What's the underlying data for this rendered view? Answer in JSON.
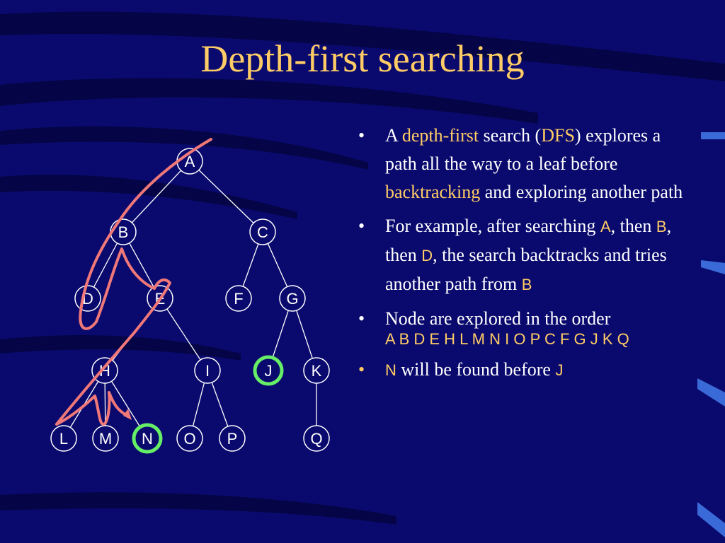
{
  "slide": {
    "title": "Depth-first searching"
  },
  "tree": {
    "nodes": [
      "A",
      "B",
      "C",
      "D",
      "E",
      "F",
      "G",
      "H",
      "I",
      "J",
      "K",
      "L",
      "M",
      "N",
      "O",
      "P",
      "Q"
    ],
    "edges": [
      [
        "A",
        "B"
      ],
      [
        "A",
        "C"
      ],
      [
        "B",
        "D"
      ],
      [
        "B",
        "E"
      ],
      [
        "C",
        "F"
      ],
      [
        "C",
        "G"
      ],
      [
        "E",
        "H"
      ],
      [
        "E",
        "I"
      ],
      [
        "G",
        "J"
      ],
      [
        "G",
        "K"
      ],
      [
        "H",
        "L"
      ],
      [
        "H",
        "M"
      ],
      [
        "H",
        "N"
      ],
      [
        "I",
        "O"
      ],
      [
        "I",
        "P"
      ],
      [
        "K",
        "Q"
      ]
    ],
    "highlighted_nodes": [
      "N",
      "J"
    ],
    "highlight_color": "#66ee66",
    "path_color": "#f07878"
  },
  "bullets": {
    "b1": {
      "t1": "A ",
      "t2": "depth-first",
      "t3": " search (",
      "t4": "DFS",
      "t5": ") explores a path all the way to a leaf before ",
      "t6": "backtracking",
      "t7": " and exploring another path"
    },
    "b2": {
      "t1": "For example, after searching ",
      "n1": "A",
      "t2": ", then ",
      "n2": "B",
      "t3": ", then ",
      "n3": "D",
      "t4": ", the search backtracks and tries another path from ",
      "n4": "B"
    },
    "b3": {
      "t1": "Node are explored in the order",
      "order": "A B D E H L M N I O P C F G J K Q"
    },
    "b4": {
      "n1": "N",
      "t1": " will be found before ",
      "n2": "J"
    },
    "bullet_char": "•"
  },
  "colors": {
    "background": "#0a0a6e",
    "title": "#ffcc66",
    "highlight_text": "#ffcc66",
    "decor_blue": "#3a6ad8"
  }
}
